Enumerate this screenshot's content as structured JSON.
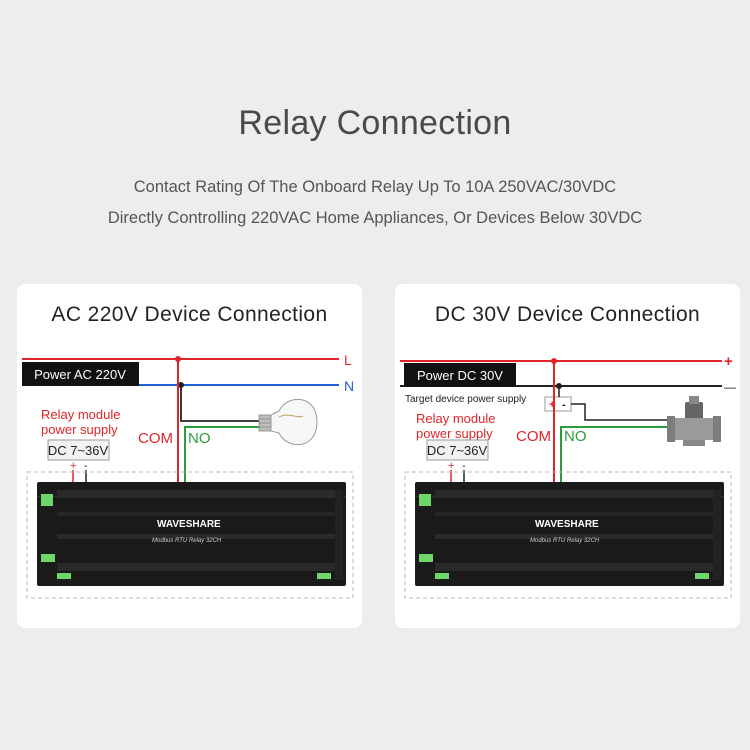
{
  "header": {
    "title": "Relay Connection",
    "subtitle_1": "Contact Rating Of The Onboard Relay Up To 10A 250VAC/30VDC",
    "subtitle_2": "Directly Controlling 220VAC Home Appliances, Or Devices Below 30VDC"
  },
  "ac_card": {
    "title": "AC 220V Device Connection",
    "power_label": "Power AC 220V",
    "line_l": "L",
    "line_n": "N",
    "relay_supply": [
      "Relay module",
      "power supply"
    ],
    "dc_label": "DC 7~36V",
    "plus": "+",
    "minus": "-",
    "com": "COM",
    "no": "NO",
    "brand": "WAVESHARE",
    "model": "Modbus RTU Relay 32CH"
  },
  "dc_card": {
    "title": "DC 30V Device Connection",
    "power_label": "Power DC 30V",
    "line_plus": "+",
    "line_minus": "—",
    "target_supply": "Target device power supply",
    "relay_supply": [
      "Relay module",
      "power supply"
    ],
    "dc_label": "DC 7~36V",
    "plus": "+",
    "minus": "-",
    "com": "COM",
    "no": "NO",
    "brand": "WAVESHARE",
    "model": "Modbus RTU Relay 32CH"
  },
  "colors": {
    "live_wire": "#e0242a",
    "neutral_wire": "#1f5fcf",
    "no_wire": "#2a9d3a",
    "dc_minus_wire": "#222222",
    "label_red": "#e0242a",
    "board": "#1a1a1a",
    "terminal": "#6fd66a"
  }
}
